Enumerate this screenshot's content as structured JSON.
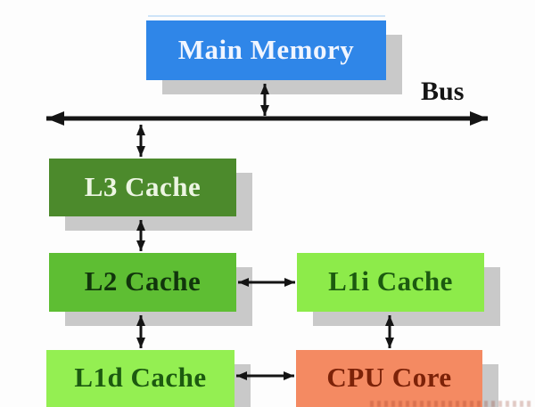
{
  "diagram": {
    "background": "#fdfdfd",
    "bus_label": "Bus",
    "arrow_color": "#141414",
    "shadow_color": "#c9c9c9",
    "nodes": {
      "main_memory": {
        "label": "Main Memory",
        "fill": "#2f86e8",
        "text": "#f0f5ff"
      },
      "l3_cache": {
        "label": "L3 Cache",
        "fill": "#4c8a2c",
        "text": "#ecf5e2"
      },
      "l2_cache": {
        "label": "L2 Cache",
        "fill": "#5ebe33",
        "text": "#11350c"
      },
      "l1i_cache": {
        "label": "L1i Cache",
        "fill": "#8deb4a",
        "text": "#1c5a10"
      },
      "l1d_cache": {
        "label": "L1d Cache",
        "fill": "#94ef52",
        "text": "#1c5a10"
      },
      "cpu_core": {
        "label": "CPU Core",
        "fill": "#f48a62",
        "text": "#7c2208"
      }
    },
    "connections": [
      {
        "from": "main_memory",
        "to": "bus",
        "type": "bidirectional"
      },
      {
        "from": "bus",
        "to": "l3_cache",
        "type": "bidirectional"
      },
      {
        "from": "l3_cache",
        "to": "l2_cache",
        "type": "bidirectional"
      },
      {
        "from": "l2_cache",
        "to": "l1d_cache",
        "type": "bidirectional"
      },
      {
        "from": "l2_cache",
        "to": "l1i_cache",
        "type": "bidirectional"
      },
      {
        "from": "l1i_cache",
        "to": "cpu_core",
        "type": "bidirectional"
      },
      {
        "from": "l1d_cache",
        "to": "cpu_core",
        "type": "bidirectional"
      }
    ]
  }
}
